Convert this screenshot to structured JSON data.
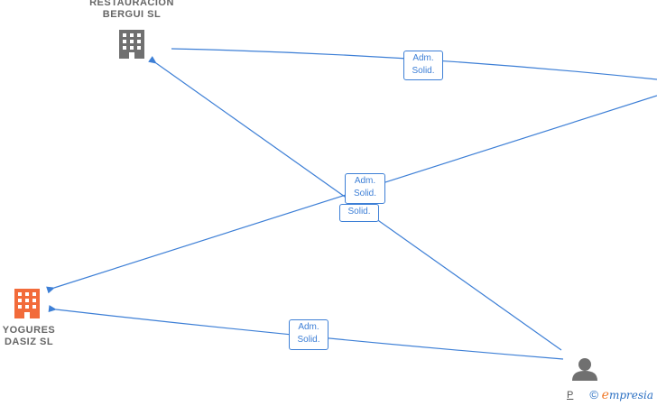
{
  "nodes": {
    "restauracion": {
      "name_line1": "RESTAURACION",
      "name_line2": "BERGUI SL",
      "color": "#707070",
      "icon": "building-icon"
    },
    "yogures": {
      "name_line1": "YOGURES",
      "name_line2": "DASIZ SL",
      "color": "#f26b3a",
      "icon": "building-icon"
    },
    "person": {
      "name": "P",
      "color": "#707070",
      "icon": "person-icon"
    }
  },
  "edge_labels": {
    "e1": {
      "line1": "Adm.",
      "line2": "Solid."
    },
    "e2": {
      "line1": "Adm.",
      "line2": "Solid."
    },
    "e3": {
      "line1": "Solid."
    },
    "e4": {
      "line1": "Adm.",
      "line2": "Solid."
    }
  },
  "brand": {
    "copyright": "©",
    "e": "e",
    "rest": "mpresia"
  },
  "colors": {
    "edge": "#3d7fd6"
  }
}
